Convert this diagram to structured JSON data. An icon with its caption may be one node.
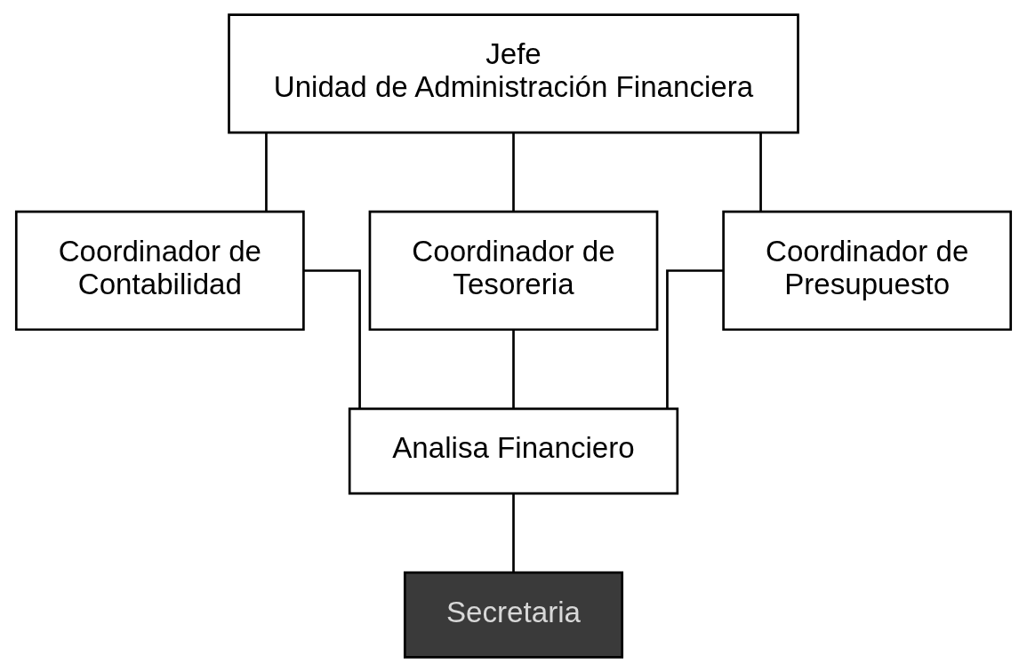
{
  "diagram": {
    "nodes": [
      {
        "text": [
          "Jefe",
          "Unidad de Administración Financiera"
        ]
      },
      {
        "text": [
          "Coordinador de Contabilidad"
        ]
      },
      {
        "text": [
          "Coordinador de Tesoreria"
        ]
      },
      {
        "text": [
          "Coordinador de Presupuesto"
        ]
      },
      {
        "text": [
          "Analisa Financiero"
        ]
      },
      {
        "text": [
          "Secretaria"
        ]
      }
    ],
    "edges": [
      {
        "from": 0,
        "to": 1,
        "arrow": "none"
      },
      {
        "from": 0,
        "to": 2,
        "arrow": "none"
      },
      {
        "from": 0,
        "to": 3,
        "arrow": "none"
      },
      {
        "from": 2,
        "to": 4,
        "arrow": "none"
      },
      {
        "from": 1,
        "to": 4,
        "arrow": "none"
      },
      {
        "from": 3,
        "to": 4,
        "arrow": "none"
      },
      {
        "from": 4,
        "to": 5,
        "arrow": "none"
      }
    ]
  }
}
